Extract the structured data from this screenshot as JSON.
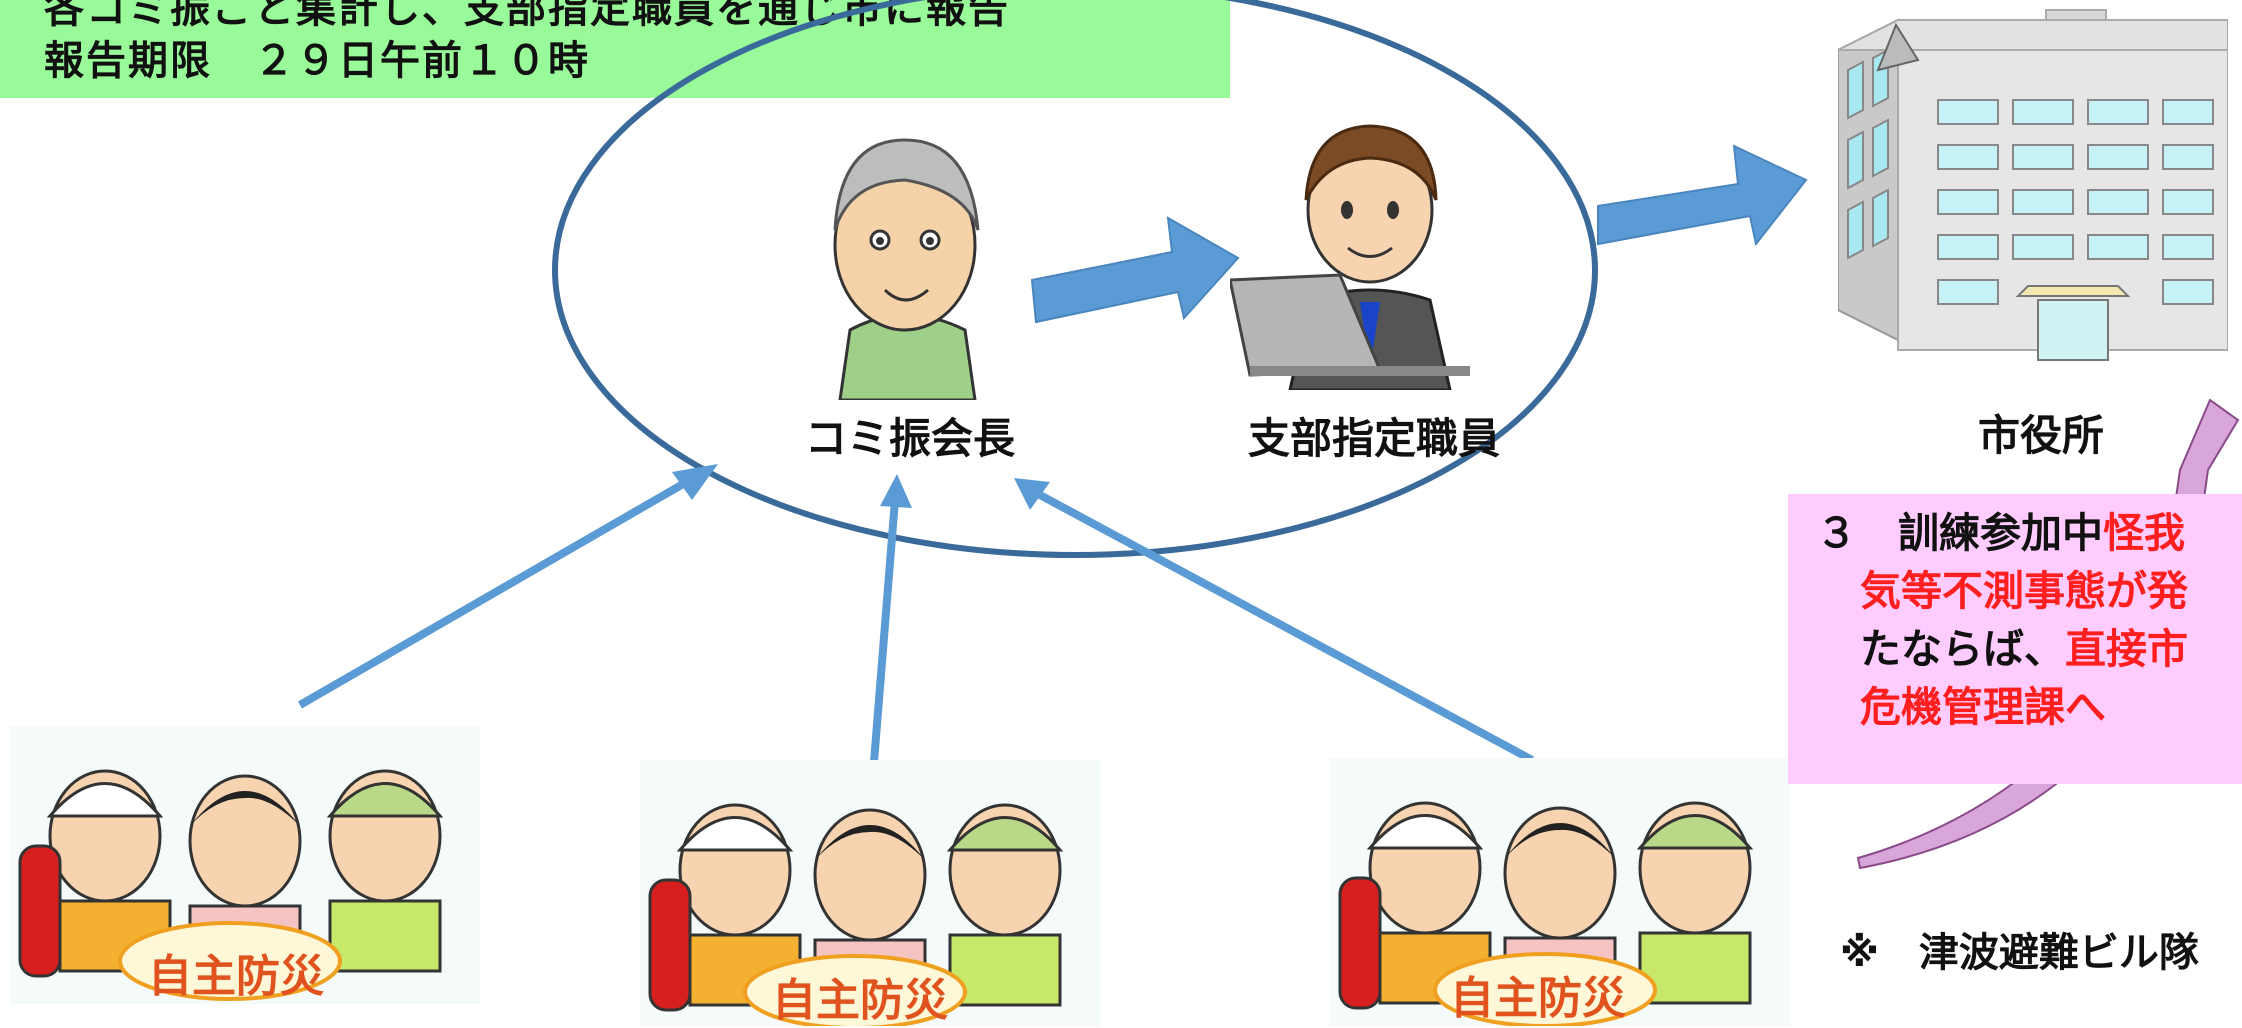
{
  "header": {
    "line1": "各コミ振ごと集計し、支部指定職員を通じ市に報告",
    "line2": "報告期限　２９日午前１０時"
  },
  "nodes": {
    "chairman_label": "コミ振会長",
    "staff_label": "支部指定職員",
    "city_hall_label": "市役所"
  },
  "groups": {
    "badge_text": "自主防災",
    "count": 3
  },
  "callout": {
    "prefix": "３　訓練参加中",
    "red1": "怪我",
    "line2_red": "気等不測事態が発",
    "line3_black": "たならば、",
    "line3_red": "直接市",
    "line4_red": "危機管理課へ"
  },
  "note": "※　津波避難ビル隊",
  "colors": {
    "header_bg": "#98fa98",
    "callout_bg": "#ffccff",
    "arrow": "#5b9bd5",
    "ellipse": "#3a6a9a",
    "alert_text": "#ff1f1f",
    "curved_arrow": "#d9a6d9"
  }
}
